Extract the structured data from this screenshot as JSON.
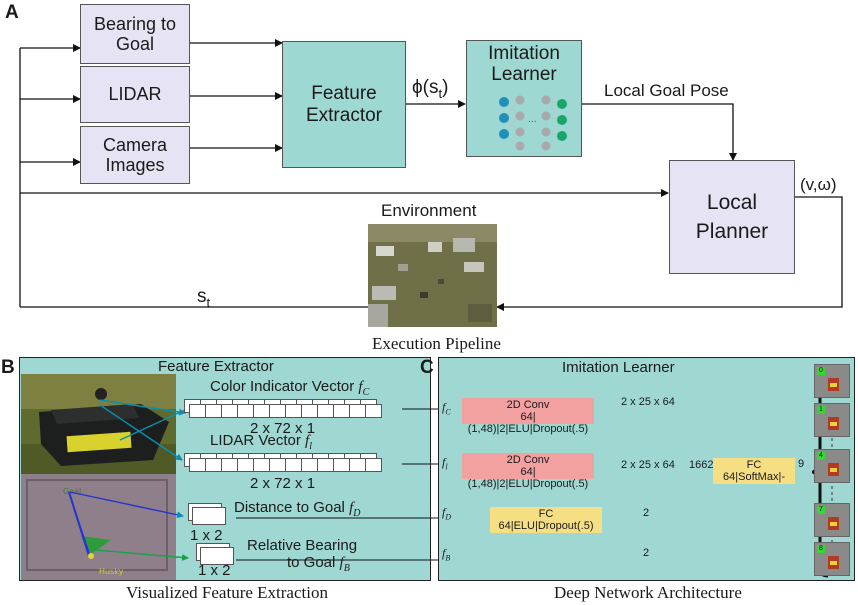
{
  "panel_a": {
    "letter": "A",
    "inputs": {
      "bearing_to_goal": "Bearing to Goal",
      "lidar": "LIDAR",
      "camera_images": "Camera Images"
    },
    "feature_extractor": "Feature Extractor",
    "phi_label": "ϕ(s",
    "phi_sub": "t",
    "phi_close": ")",
    "imitation_learner": "Imitation Learner",
    "local_goal_pose": "Local Goal Pose",
    "local_planner": "Local Planner",
    "v_omega": "(v,ω)",
    "environment": "Environment",
    "s_t": "s",
    "s_t_sub": "t",
    "caption": "Execution Pipeline"
  },
  "panel_b": {
    "letter": "B",
    "title": "Feature Extractor",
    "color_indicator": "Color Indicator Vector",
    "color_sym": "f",
    "color_sub": "C",
    "color_dims": "2 x 72 x 1",
    "lidar_vector": "LIDAR Vector",
    "lidar_sym": "f",
    "lidar_sub": "l",
    "lidar_dims": "2 x 72 x 1",
    "distance": "Distance to Goal",
    "distance_sym": "f",
    "distance_sub": "D",
    "distance_dims": "1 x 2",
    "bearing_line1": "Relative Bearing",
    "bearing_line2": "to Goal",
    "bearing_sym": "f",
    "bearing_sub": "B",
    "bearing_dims": "1 x 2",
    "goal_label": "Goal",
    "husky_label": "Husky",
    "caption": "Visualized Feature Extraction"
  },
  "panel_c": {
    "letter": "C",
    "title": "Imitation Learner",
    "input_fc": "f",
    "input_fc_sub": "C",
    "input_fl": "f",
    "input_fl_sub": "l",
    "input_fd": "f",
    "input_fd_sub": "D",
    "input_fb": "f",
    "input_fb_sub": "B",
    "conv1_title": "2D Conv",
    "conv1_params": "64|(1,48)|2|ELU|Dropout(.5)",
    "conv2_title": "2D Conv",
    "conv2_params": "64|(1,48)|2|ELU|Dropout(.5)",
    "fc1_title": "FC",
    "fc1_params": "64|ELU|Dropout(.5)",
    "fc2_title": "FC",
    "fc2_params": "64|SoftMax|-",
    "dim_conv1": "2 x 25 x 64",
    "dim_conv2": "2 x 25 x 64",
    "dim_fc1": "2",
    "dim_fb": "2",
    "dim_concat": "1662",
    "dim_out": "9",
    "output_labels": [
      "0",
      "1",
      "4",
      "7",
      "8"
    ],
    "caption": "Deep Network Architecture"
  },
  "colors": {
    "lavender": "#e6e3f4",
    "teal": "#9ed8d2",
    "conv_red": "#f2a0a0",
    "fc_yellow": "#f6df82"
  }
}
